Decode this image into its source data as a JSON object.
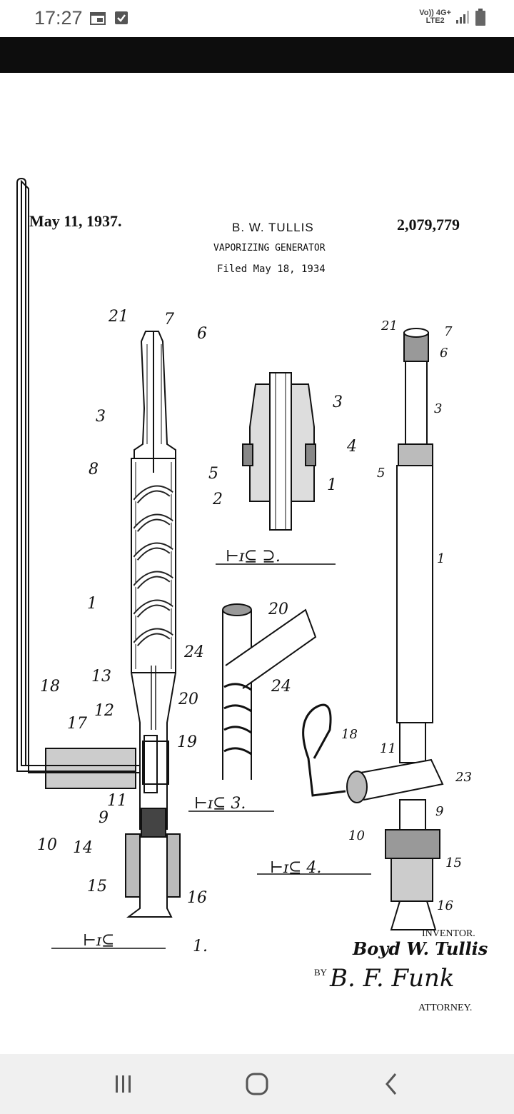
{
  "status_bar": {
    "time": "17:27",
    "network_top": "Vo)) 4G+",
    "network_bottom": "LTE2"
  },
  "document": {
    "date": "May 11, 1937.",
    "inventor_name": "B. W. TULLIS",
    "patent_number": "2,079,779",
    "title": "VAPORIZING GENERATOR",
    "filed": "Filed May 18, 1934",
    "figures": {
      "fig1": {
        "caption": "Fig 1.",
        "labels": [
          "21",
          "7",
          "6",
          "3",
          "8",
          "1",
          "24",
          "13",
          "20",
          "12",
          "19",
          "18",
          "17",
          "11",
          "9",
          "10",
          "14",
          "15",
          "16"
        ]
      },
      "fig2": {
        "caption": "Fig 2.",
        "labels": [
          "3",
          "4",
          "5",
          "1",
          "2"
        ]
      },
      "fig3": {
        "caption": "Fig 3.",
        "labels": [
          "20",
          "24"
        ]
      },
      "fig4": {
        "caption": "Fig 4.",
        "labels": [
          "21",
          "7",
          "6",
          "3",
          "5",
          "1",
          "18",
          "11",
          "23",
          "9",
          "10",
          "15",
          "16"
        ]
      }
    },
    "inventor_label": "INVENTOR.",
    "inventor_signature": "Boyd W. Tullis",
    "by_label": "BY",
    "attorney_signature": "B. F. Funk",
    "attorney_label": "ATTORNEY."
  },
  "nav": {
    "recents": "recents-icon",
    "home": "home-icon",
    "back": "back-icon"
  }
}
